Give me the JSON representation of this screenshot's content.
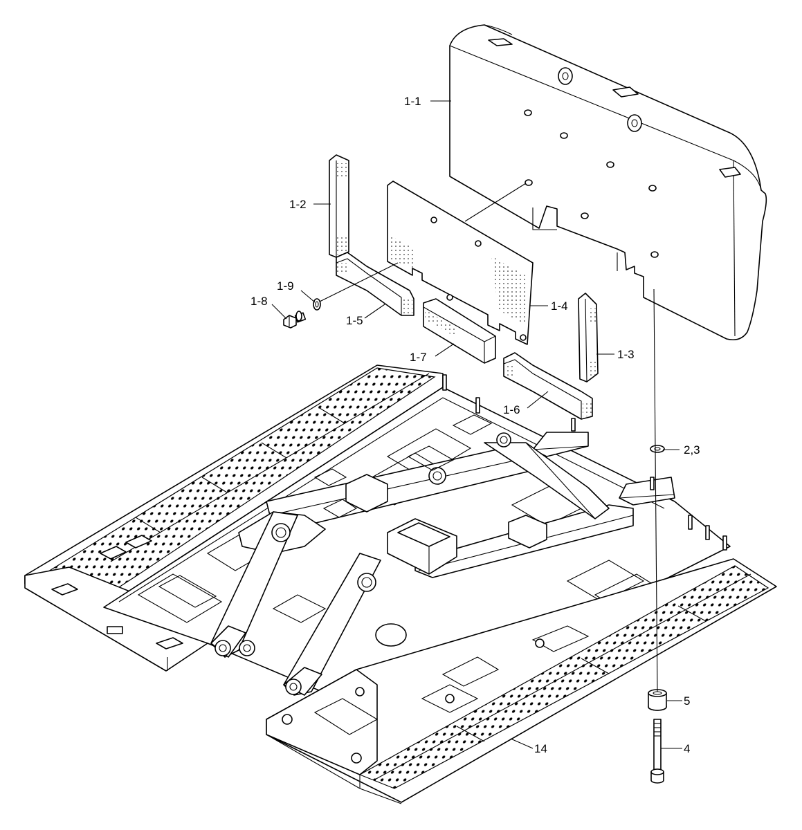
{
  "callouts": [
    {
      "id": "c-1-1",
      "text": "1-1"
    },
    {
      "id": "c-1-2",
      "text": "1-2"
    },
    {
      "id": "c-1-3",
      "text": "1-3"
    },
    {
      "id": "c-1-4",
      "text": "1-4"
    },
    {
      "id": "c-1-5",
      "text": "1-5"
    },
    {
      "id": "c-1-6",
      "text": "1-6"
    },
    {
      "id": "c-1-7",
      "text": "1-7"
    },
    {
      "id": "c-1-8",
      "text": "1-8"
    },
    {
      "id": "c-1-9",
      "text": "1-9"
    },
    {
      "id": "c-2-3",
      "text": "2,3"
    },
    {
      "id": "c-5",
      "text": "5"
    },
    {
      "id": "c-4",
      "text": "4"
    },
    {
      "id": "c-14",
      "text": "14"
    }
  ],
  "colors": {
    "line": "#000000",
    "background": "#ffffff"
  }
}
